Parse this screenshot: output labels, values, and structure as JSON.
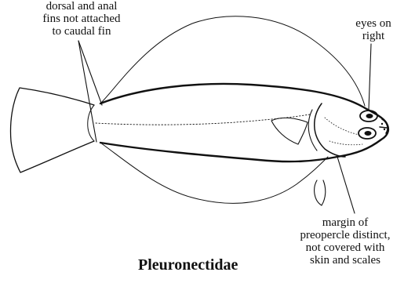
{
  "figure": {
    "family_name": "Pleuronectidae",
    "annotations": {
      "fins_note": [
        "dorsal and anal",
        "fins not attached",
        "to caudal fin"
      ],
      "eyes_note": [
        "eyes on",
        "right"
      ],
      "preopercle_note": [
        "margin of",
        "preopercle distinct,",
        "not covered with",
        "skin and scales"
      ]
    },
    "colors": {
      "ink": "#111111",
      "background": "#ffffff"
    }
  }
}
